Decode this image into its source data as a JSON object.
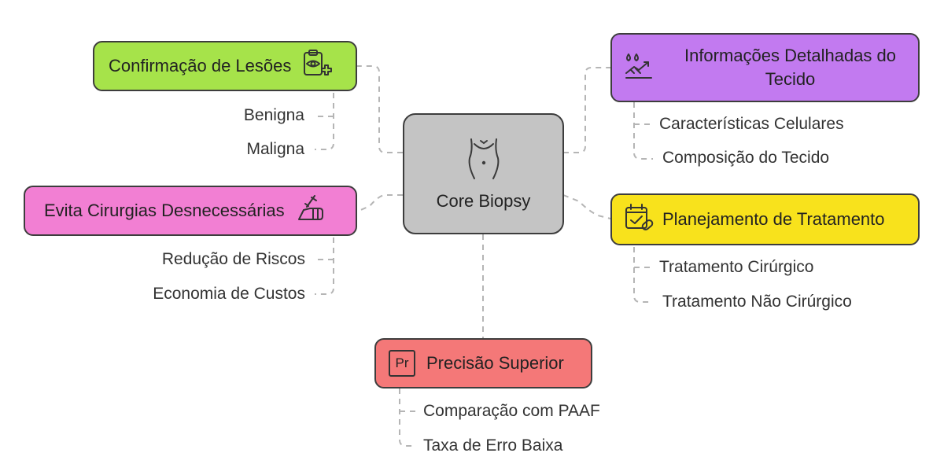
{
  "center": {
    "label": "Core Biopsy",
    "icon": "torso-icon",
    "color": "#c4c4c4"
  },
  "branches": {
    "confirmacao": {
      "label": "Confirmação de Lesões",
      "icon": "clipboard-eye-plus-icon",
      "color": "#a6e34a",
      "items": [
        "Benigna",
        "Maligna"
      ]
    },
    "informacoes": {
      "label_line1": "Informações Detalhadas do",
      "label_line2": "Tecido",
      "icon": "droplets-chart-icon",
      "color": "#c27af0",
      "items": [
        "Características Celulares",
        "Composição do Tecido"
      ]
    },
    "evita": {
      "label": "Evita Cirurgias Desnecessárias",
      "icon": "hand-syringe-icon",
      "color": "#f27fd3",
      "items": [
        "Redução de Riscos",
        "Economia de Custos"
      ]
    },
    "planejamento": {
      "label": "Planejamento de Tratamento",
      "icon": "calendar-pill-icon",
      "color": "#f8e21c",
      "items": [
        "Tratamento Cirúrgico",
        "Tratamento Não Cirúrgico"
      ]
    },
    "precisao": {
      "label": "Precisão Superior",
      "icon": "precision-badge-icon",
      "icon_text": "Pr",
      "color": "#f47878",
      "items": [
        "Comparação com PAAF",
        "Taxa de Erro Baixa"
      ]
    }
  }
}
